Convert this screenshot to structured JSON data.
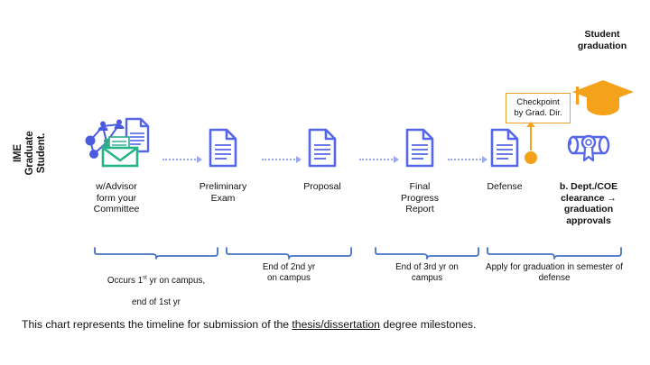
{
  "axis": {
    "label": "IME\nGraduate\nStudent."
  },
  "steps": [
    {
      "id": "committee",
      "icon": "network-document-envelope-icon",
      "label": "w/Advisor\nform your\nCommittee"
    },
    {
      "id": "preliminary-exam",
      "icon": "document-icon",
      "label": "Preliminary\nExam"
    },
    {
      "id": "proposal",
      "icon": "document-icon",
      "label": "Proposal"
    },
    {
      "id": "final-progress-report",
      "icon": "document-icon",
      "label": "Final\nProgress\nReport"
    },
    {
      "id": "defense",
      "icon": "document-icon",
      "label": "Defense"
    },
    {
      "id": "clearance",
      "icon": "diploma-scroll-icon",
      "label": "b. Dept./COE\nclearance →\ngraduation\napprovals"
    }
  ],
  "checkpoint": {
    "text": "Checkpoint\nby Grad. Dir.",
    "marker_icon": "orange-dot-marker",
    "arrow_icon": "up-arrow-icon",
    "border_color": "#E8A22A",
    "accent_color": "#F5A21B"
  },
  "graduation": {
    "caption": "Student\ngraduation",
    "icon": "graduation-cap-icon",
    "color": "#F5A21B"
  },
  "phases": [
    {
      "id": "phase-1",
      "label": "Occurs 1st yr on campus,\nend of 1st yr",
      "superscript": "st"
    },
    {
      "id": "phase-2",
      "label": "End of 2nd yr\non campus"
    },
    {
      "id": "phase-3",
      "label": "End of 3rd yr on\ncampus"
    },
    {
      "id": "phase-4",
      "label": "Apply for graduation in semester of\ndefense"
    }
  ],
  "caption": {
    "before": "This chart represents the timeline for submission of the ",
    "emphasis": "thesis/dissertation",
    "after": " degree milestones."
  },
  "colors": {
    "document_blue": "#5566E8",
    "envelope_green": "#24B487",
    "arrow_blue": "#9aa6ef",
    "brace_blue": "#4573C4",
    "orange": "#F5A21B"
  },
  "chart_data": {
    "type": "diagram",
    "title": "IME Graduate Student thesis/dissertation milestone timeline",
    "milestones": [
      "w/Advisor form your Committee",
      "Preliminary Exam",
      "Proposal",
      "Final Progress Report",
      "Defense",
      "b. Dept./COE clearance → graduation approvals"
    ],
    "phase_groups": [
      {
        "covers": [
          "w/Advisor form your Committee"
        ],
        "timing": "Occurs 1st yr on campus, end of 1st yr"
      },
      {
        "covers": [
          "Preliminary Exam",
          "Proposal"
        ],
        "timing": "End of 2nd yr on campus"
      },
      {
        "covers": [
          "Final Progress Report"
        ],
        "timing": "End of 3rd yr on campus"
      },
      {
        "covers": [
          "Defense",
          "b. Dept./COE clearance → graduation approvals"
        ],
        "timing": "Apply for graduation in semester of defense"
      }
    ],
    "annotations": [
      {
        "text": "Checkpoint by Grad. Dir.",
        "attached_to": "Defense"
      },
      {
        "text": "Student graduation",
        "attached_to": "end-of-timeline"
      }
    ]
  }
}
